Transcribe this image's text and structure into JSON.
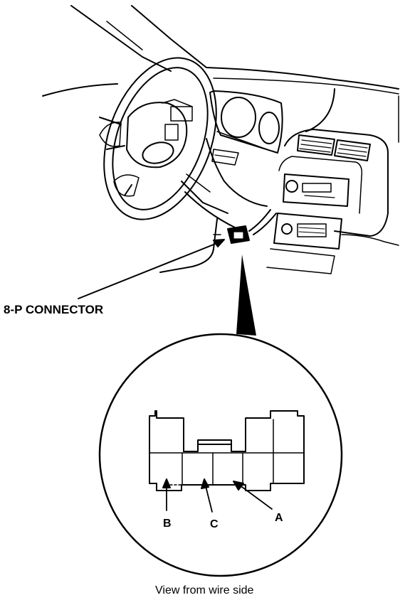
{
  "labels": {
    "connector": "8-P CONNECTOR",
    "pin_b": "B",
    "pin_c": "C",
    "pin_a": "A",
    "caption": "View from wire side"
  }
}
